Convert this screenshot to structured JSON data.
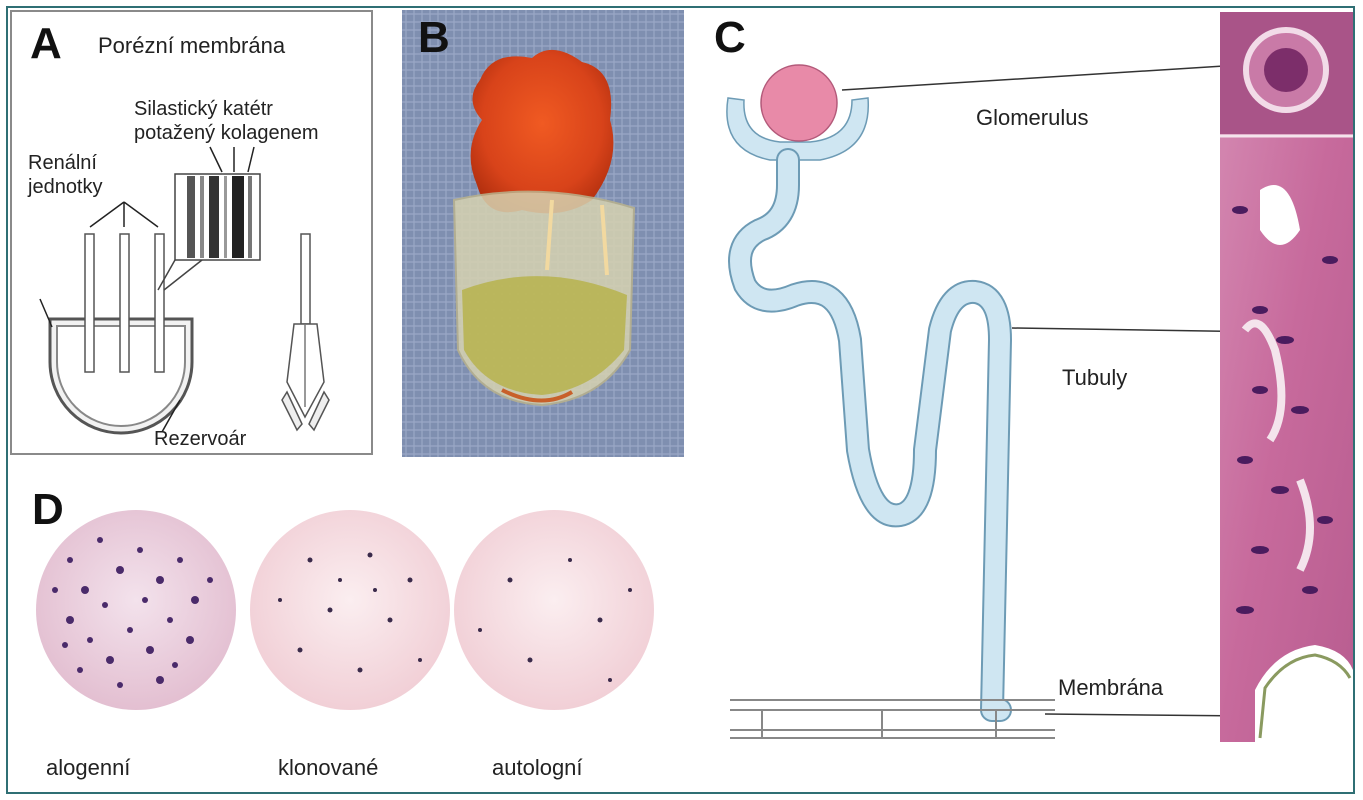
{
  "figure": {
    "panel_a": {
      "letter": "A",
      "title": "Porézní membrána",
      "catheter_label_line1": "Silastický katétr",
      "catheter_label_line2": "potažený kolagenem",
      "units_label_line1": "Renální",
      "units_label_line2": "jednotky",
      "reservoir_label": "Rezervoár"
    },
    "panel_b": {
      "letter": "B"
    },
    "panel_c": {
      "letter": "C",
      "glomerulus_label": "Glomerulus",
      "tubules_label": "Tubuly",
      "membrane_label": "Membrána",
      "colors": {
        "tubule": "#cfe6f2",
        "glomerulus": "#e88aa8",
        "histology": "#c76a9c"
      }
    },
    "panel_d": {
      "letter": "D",
      "wells": [
        {
          "label": "alogenní"
        },
        {
          "label": "klonované"
        },
        {
          "label": "autologní"
        }
      ]
    }
  }
}
